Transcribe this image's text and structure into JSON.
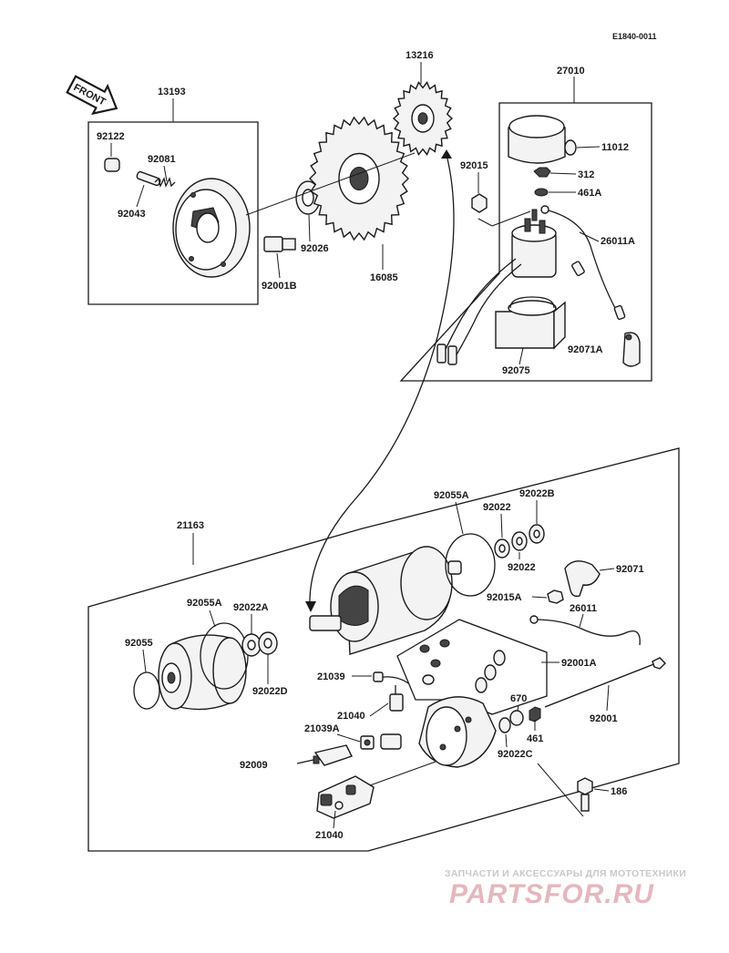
{
  "diagram_code": "E1840-0011",
  "front_arrow_text": "FRONT",
  "labels": {
    "p13193": "13193",
    "p92122": "92122",
    "p92081": "92081",
    "p92043": "92043",
    "p92001b": "92001B",
    "p92026": "92026",
    "p16085": "16085",
    "p13216": "13216",
    "p27010": "27010",
    "p11012": "11012",
    "p92015": "92015",
    "p312": "312",
    "p461a": "461A",
    "p26011a": "26011A",
    "p92071a": "92071A",
    "p92075": "92075",
    "p21163": "21163",
    "p92055a_top": "92055A",
    "p92022": "92022",
    "p92022b": "92022B",
    "p92022_low": "92022",
    "p92071": "92071",
    "p92015a": "92015A",
    "p26011": "26011",
    "p92001a": "92001A",
    "p92055a_left": "92055A",
    "p92022a": "92022A",
    "p92055": "92055",
    "p92022d": "92022D",
    "p21039": "21039",
    "p21040_mid": "21040",
    "p21039a": "21039A",
    "p92009": "92009",
    "p21040_bot": "21040",
    "p670": "670",
    "p461": "461",
    "p92022c": "92022C",
    "p92001": "92001",
    "p186": "186"
  },
  "watermark": {
    "tagline": "ЗАПЧАСТИ И АКСЕССУАРЫ ДЛЯ МОТОТЕХНИКИ",
    "brand": "PARTSFOR.RU",
    "color": "#e5b7bd"
  }
}
